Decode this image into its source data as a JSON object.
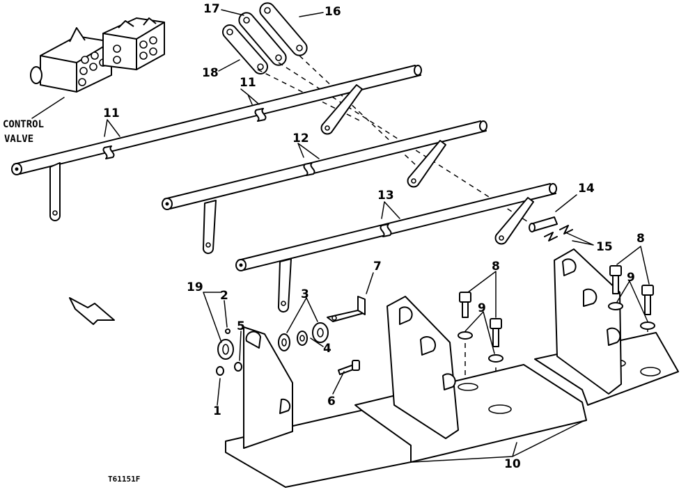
{
  "diagram": {
    "control_valve_label": [
      "CONTROL",
      "VALVE"
    ],
    "figure_code": "T61151F",
    "callouts": {
      "c1": "1",
      "c2": "2",
      "c3": "3",
      "c4": "4",
      "c5": "5",
      "c6": "6",
      "c7": "7",
      "c8a": "8",
      "c8b": "8",
      "c9a": "9",
      "c9b": "9",
      "c10": "10",
      "c11a": "11",
      "c11b": "11",
      "c12": "12",
      "c13": "13",
      "c14": "14",
      "c15": "15",
      "c16": "16",
      "c17": "17",
      "c18": "18",
      "c19": "19"
    }
  }
}
